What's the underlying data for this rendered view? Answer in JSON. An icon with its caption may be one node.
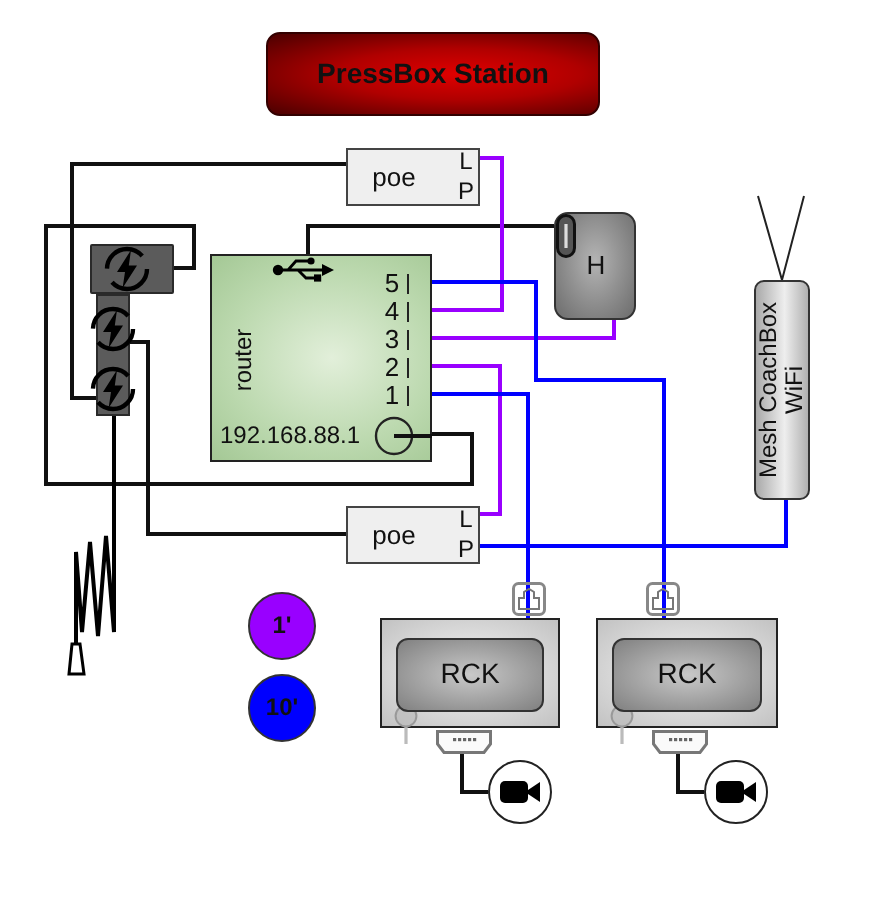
{
  "diagram": {
    "title": "PressBox Station",
    "nodes": [
      {
        "text": [
          "poe",
          "L",
          "P"
        ]
      },
      {
        "text": [
          "H"
        ]
      },
      {
        "text": [],
        "shape": "box"
      },
      {
        "text": [
          "router",
          "5",
          "4",
          "3",
          "2",
          "1",
          "192.168.88.1"
        ]
      },
      {
        "text": [
          "Mesh CoachBox WiFi"
        ]
      },
      {
        "text": [],
        "shape": "bar"
      },
      {
        "text": [
          "poe",
          "L",
          "P"
        ]
      },
      {
        "text": [
          "RCK"
        ]
      },
      {
        "text": [
          "RCK"
        ]
      },
      {
        "text": [],
        "shape": "picture"
      },
      {
        "text": [],
        "shape": "picture"
      },
      {
        "text": [],
        "shape": "circle"
      },
      {
        "text": [],
        "shape": "circle"
      }
    ],
    "edges": [
      {
        "from": 0,
        "to": 5,
        "arrow": "none"
      },
      {
        "from": 2,
        "to": 3,
        "arrow": "none"
      },
      {
        "from": 5,
        "to": 6,
        "arrow": "none"
      },
      {
        "from": 3,
        "to": 1,
        "arrow": "none"
      },
      {
        "from": 0,
        "to": 3,
        "arrow": "none",
        "color": "#9900ff"
      },
      {
        "from": 3,
        "to": 1,
        "arrow": "none",
        "color": "#9900ff"
      },
      {
        "from": 3,
        "to": 6,
        "arrow": "none",
        "color": "#9900ff"
      },
      {
        "from": 3,
        "to": 8,
        "arrow": "none",
        "color": "#0000ff"
      },
      {
        "from": 3,
        "to": 7,
        "arrow": "none",
        "color": "#0000ff"
      },
      {
        "from": 6,
        "to": 4,
        "arrow": "none",
        "color": "#0000ff"
      },
      {
        "from": 9,
        "to": 11,
        "arrow": "none"
      },
      {
        "from": 10,
        "to": 12,
        "arrow": "none"
      }
    ],
    "legend": [
      {
        "text": "1'",
        "color": "#9900ff"
      },
      {
        "text": "10'",
        "color": "#0000ff"
      }
    ]
  }
}
